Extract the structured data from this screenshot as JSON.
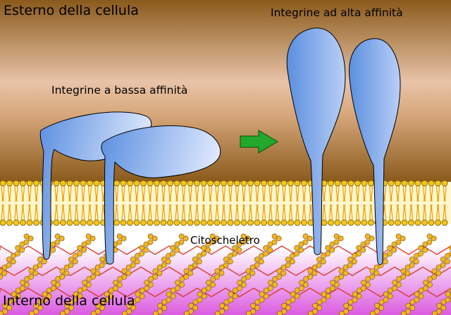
{
  "labels": {
    "outside": "Esterno della cellula",
    "low_affinity": "Integrine a bassa affinità",
    "high_affinity": "Integrine ad alta affinità",
    "cytoskeleton": "Citoscheletro",
    "inside": "Interno della cellula"
  },
  "colors": {
    "extracellular_dark": "#8a5a1c",
    "extracellular_light": "#e9c3a8",
    "membrane_head": "#f5c518",
    "membrane_tail": "#e8a000",
    "integrin_light": "#dfe9ff",
    "integrin_dark": "#5b8fe0",
    "actin_monomer": "#f0b629",
    "actin_linker": "#d8301e",
    "arrow": "#22a82a",
    "cytoplasm_light": "#ffffff",
    "cytoplasm_dark": "#dc5ce0"
  },
  "icons": {
    "activation_arrow": "green-arrow-right-icon"
  }
}
